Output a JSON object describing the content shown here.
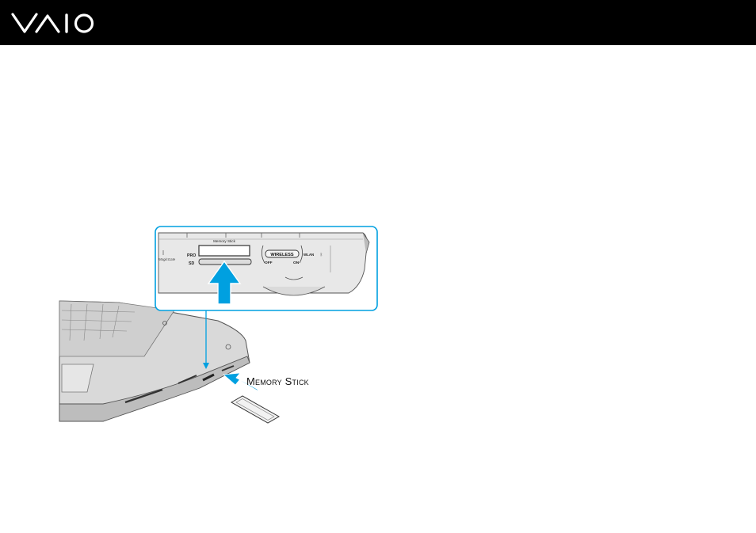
{
  "header": {
    "logo_icon": "vaio-logo",
    "background_color": "#000000",
    "logo_color": "#ffffff"
  },
  "figure": {
    "callout_label": "Memory Stick",
    "panel_labels": {
      "memory_stick": "Memory Stick",
      "magicgate": "MagicGate",
      "pro": "PRO",
      "sd": "SD",
      "wireless": "WIRELESS",
      "wlan": "WLAN",
      "off": "OFF",
      "on": "ON"
    },
    "accent_color": "#00a0e0"
  }
}
